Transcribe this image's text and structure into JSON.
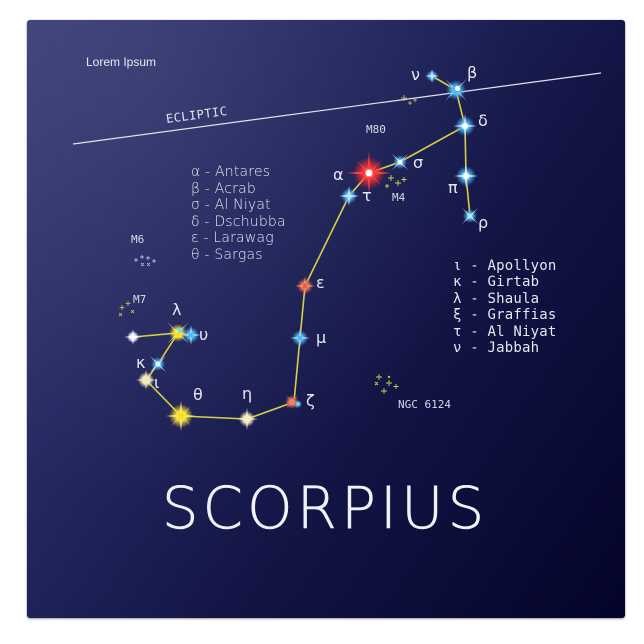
{
  "tile": {
    "brand_text": "Lorem Ipsum",
    "title": "SCORPIUS",
    "colors": {
      "background_light": "#3a3f78",
      "background_dark": "#04042a",
      "text": "#e6e8f2",
      "constellation_line": "#d6cf45",
      "ecliptic_line": "#e0e2ee"
    }
  },
  "ecliptic": {
    "label": "ECLIPTIC"
  },
  "legend_left": [
    {
      "symbol": "α",
      "name": "Antares",
      "text": "α - Antares"
    },
    {
      "symbol": "β",
      "name": "Acrab",
      "text": "β - Acrab"
    },
    {
      "symbol": "σ",
      "name": "Al Niyat",
      "text": "σ - Al Niyat"
    },
    {
      "symbol": "δ",
      "name": "Dschubba",
      "text": "δ - Dschubba"
    },
    {
      "symbol": "ε",
      "name": "Larawag",
      "text": "ε - Larawag"
    },
    {
      "symbol": "θ",
      "name": "Sargas",
      "text": "θ - Sargas"
    }
  ],
  "legend_right": [
    {
      "symbol": "ι",
      "name": "Apollyon",
      "text": "ι - Apollyon"
    },
    {
      "symbol": "κ",
      "name": "Girtab",
      "text": "κ - Girtab"
    },
    {
      "symbol": "λ",
      "name": "Shaula",
      "text": "λ - Shaula"
    },
    {
      "symbol": "ξ",
      "name": "Graffias",
      "text": "ξ - Graffias"
    },
    {
      "symbol": "τ",
      "name": "Al Niyat",
      "text": "τ - Al Niyat"
    },
    {
      "symbol": "ν",
      "name": "Jabbah",
      "text": "ν - Jabbah"
    }
  ],
  "star_labels": {
    "nu": "ν",
    "beta": "β",
    "delta": "δ",
    "sigma": "σ",
    "alpha": "α",
    "tau": "τ",
    "pi": "π",
    "rho": "ρ",
    "epsilon": "ε",
    "mu": "μ",
    "zeta": "ζ",
    "eta": "η",
    "theta": "θ",
    "iota": "ι",
    "kappa": "κ",
    "lambda": "λ",
    "upsilon": "υ"
  },
  "deep_sky_objects": {
    "m80": "M80",
    "m4": "M4",
    "m6": "M6",
    "m7": "M7",
    "ngc6124": "NGC 6124"
  }
}
